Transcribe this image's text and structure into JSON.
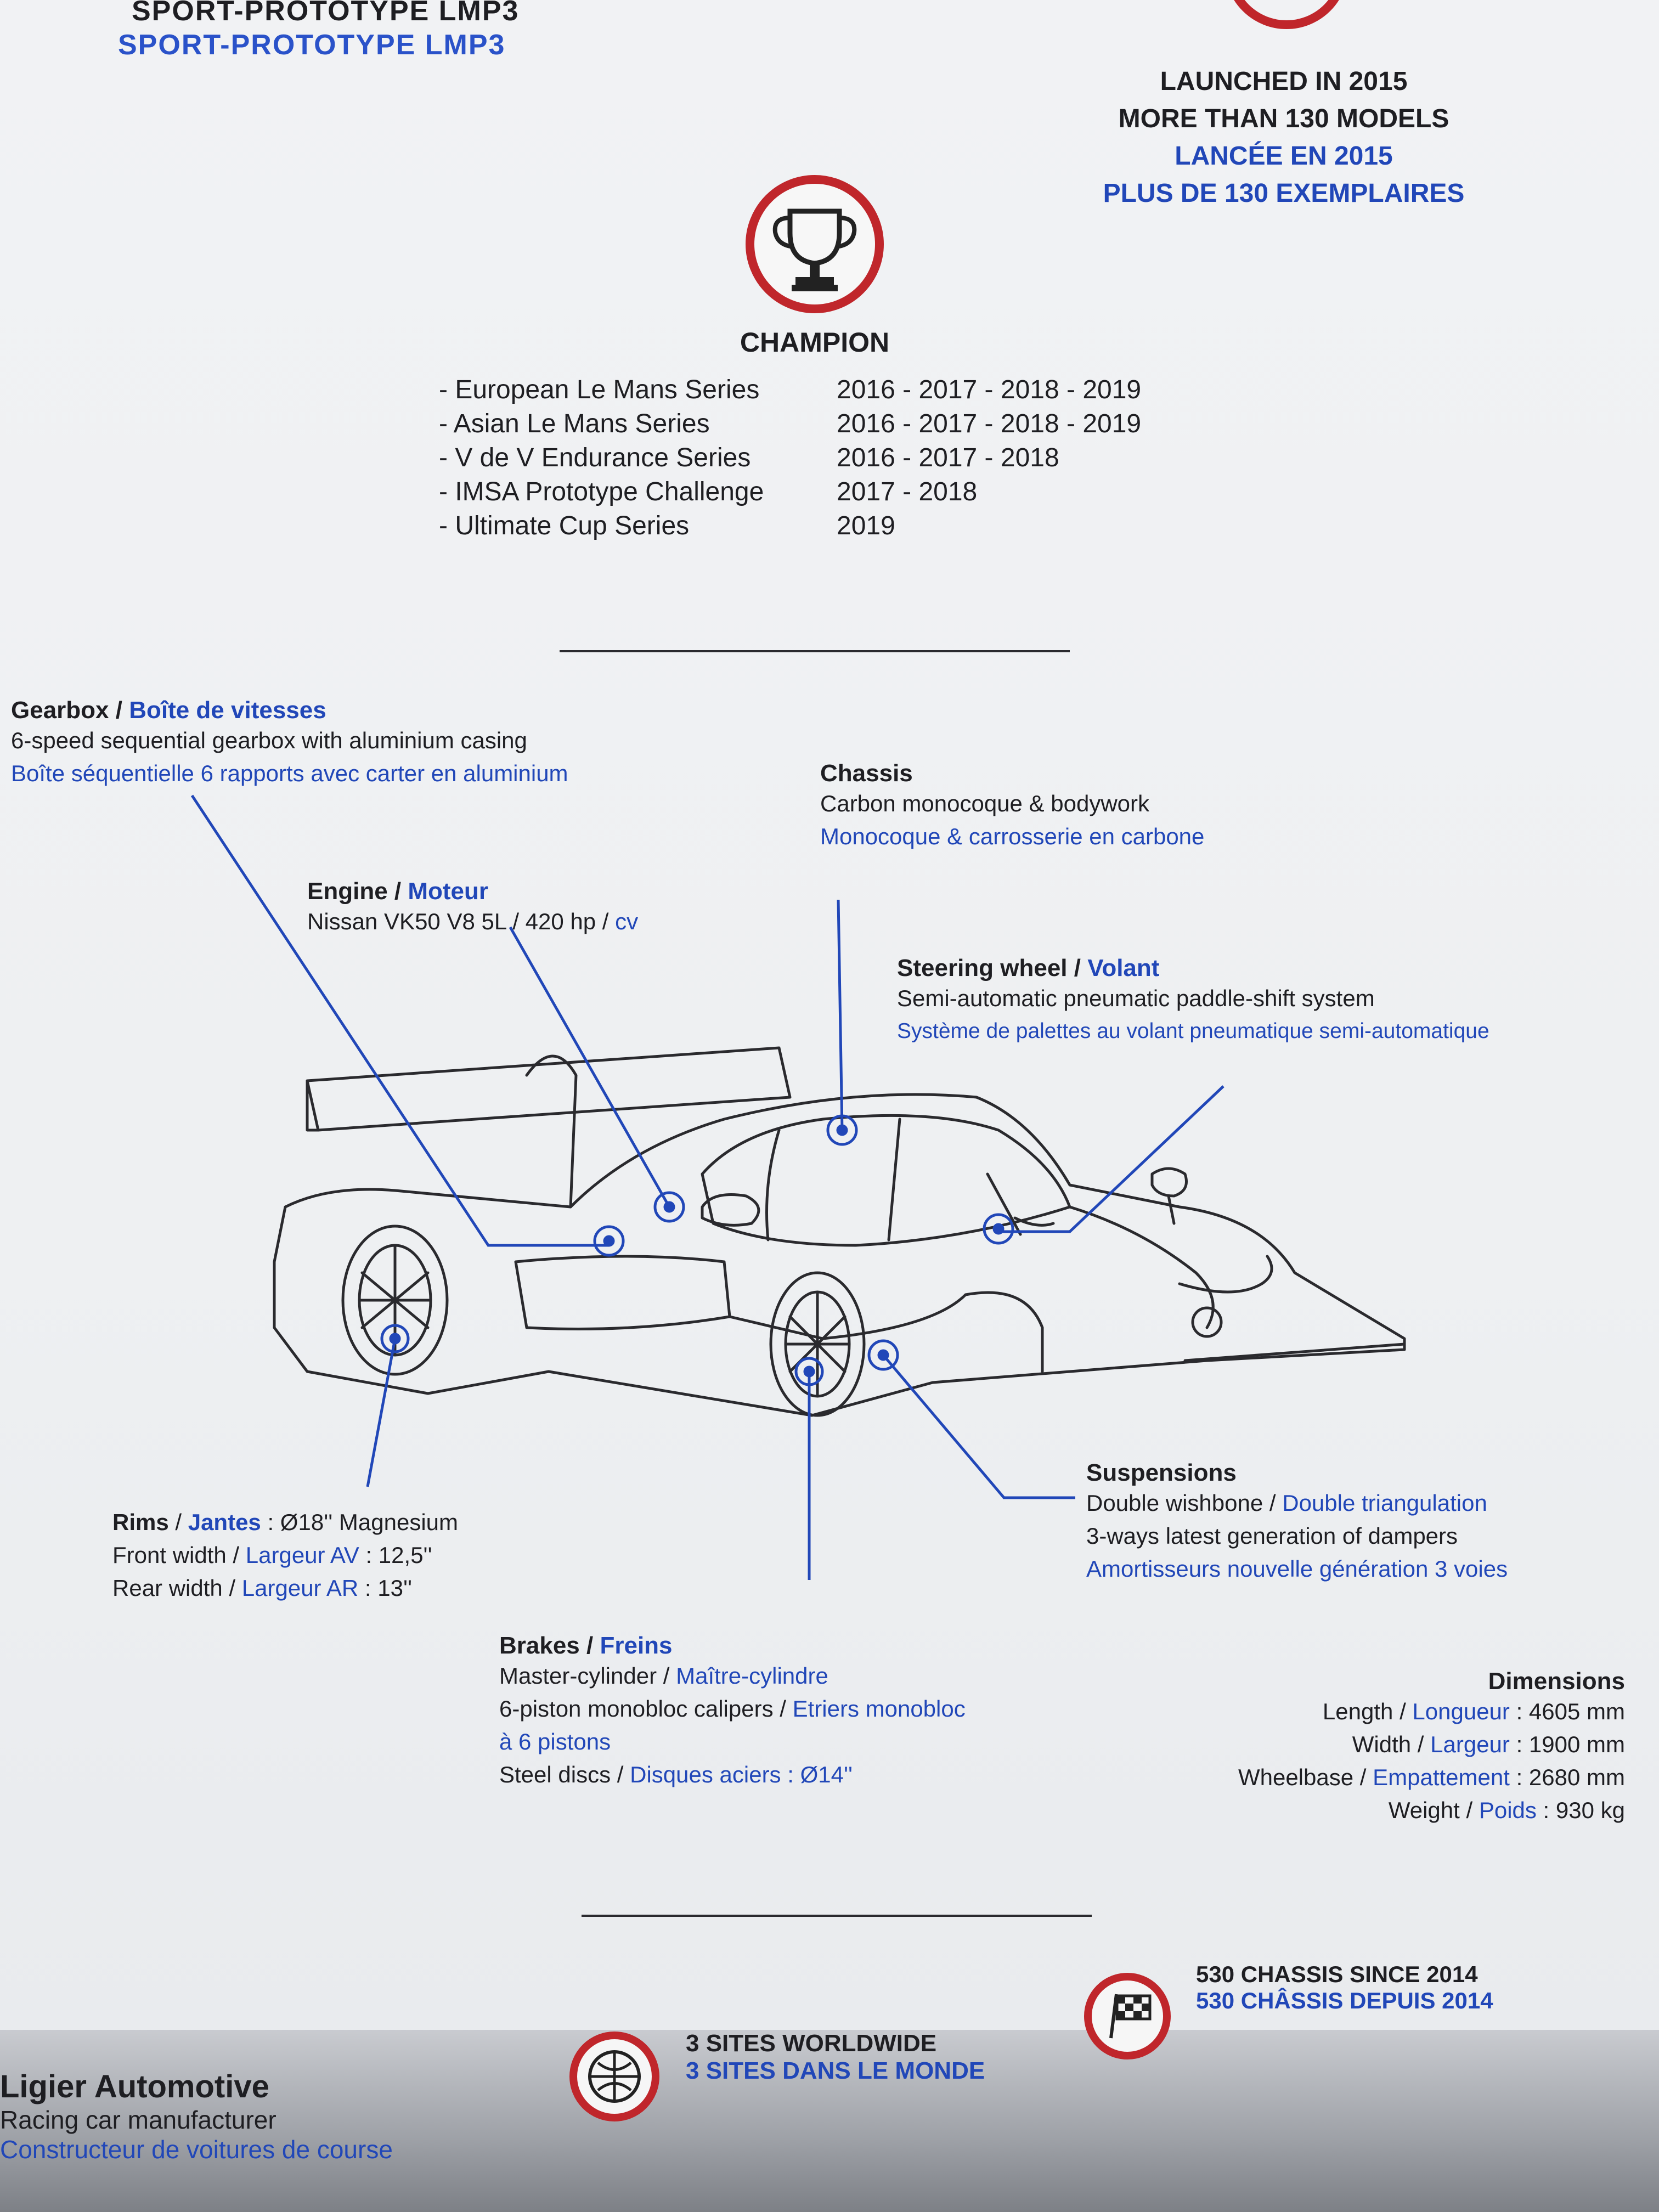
{
  "header": {
    "category_en": "SPORT-PROTOTYPE LMP3",
    "category_fr": "SPORT-PROTOTYPE LMP3"
  },
  "launch": {
    "icon": "calendar-icon",
    "line1": "LAUNCHED IN 2015",
    "line2": "MORE THAN 130 MODELS",
    "line3": "LANCÉE EN 2015",
    "line4": "PLUS DE 130 EXEMPLAIRES"
  },
  "champion": {
    "icon": "trophy-icon",
    "title": "CHAMPION",
    "titles": [
      {
        "series": "- European Le Mans Series",
        "years": "2016 - 2017 - 2018 - 2019"
      },
      {
        "series": "- Asian Le Mans Series",
        "years": "2016 - 2017 - 2018 - 2019"
      },
      {
        "series": "- V de V Endurance Series",
        "years": "2016 - 2017 - 2018"
      },
      {
        "series": "- IMSA Prototype Challenge",
        "years": "2017 - 2018"
      },
      {
        "series": "- Ultimate Cup Series",
        "years": "2019"
      }
    ]
  },
  "specs": {
    "gearbox": {
      "title_en": "Gearbox",
      "title_fr": "Boîte de vitesses",
      "line_en": "6-speed sequential gearbox with aluminium casing",
      "line_fr": "Boîte séquentielle 6 rapports avec carter en aluminium"
    },
    "chassis": {
      "title_en": "Chassis",
      "line_en": "Carbon monocoque & bodywork",
      "line_fr": "Monocoque & carrosserie en carbone"
    },
    "engine": {
      "title_en": "Engine",
      "title_fr": "Moteur",
      "line_en": "Nissan VK50 V8 5L / 420 hp / ",
      "line_fr": "cv"
    },
    "steering": {
      "title_en": "Steering wheel",
      "title_fr": "Volant",
      "line_en": "Semi-automatic pneumatic paddle-shift system",
      "line_fr": "Système de palettes au volant pneumatique semi-automatique"
    },
    "rims": {
      "title_en": "Rims",
      "title_fr": "Jantes",
      "size": " : Ø18'' Magnesium",
      "front_en": "Front width",
      "front_fr": "Largeur AV",
      "front_val": " : 12,5''",
      "rear_en": "Rear width",
      "rear_fr": "Largeur AR",
      "rear_val": " : 13''"
    },
    "suspensions": {
      "title_en": "Suspensions",
      "line1_en": "Double wishbone",
      "line1_fr": "Double triangulation",
      "line2_en": "3-ways latest generation of dampers",
      "line3_fr": "Amortisseurs nouvelle génération 3 voies"
    },
    "brakes": {
      "title_en": "Brakes",
      "title_fr": "Freins",
      "line1_en": "Master-cylinder",
      "line1_fr": "Maître-cylindre",
      "line2_en": "6-piston monobloc calipers",
      "line2_fr": "Etriers monobloc",
      "line3_fr": "à 6 pistons",
      "line4_en": "Steel discs",
      "line4_fr": "Disques aciers",
      "line4_val": " : Ø14''"
    },
    "dimensions": {
      "title_en": "Dimensions",
      "length_en": "Length",
      "length_fr": "Longueur",
      "length_val": " : 4605 mm",
      "width_en": "Width",
      "width_fr": "Largeur",
      "width_val": " : 1900 mm",
      "wheelbase_en": "Wheelbase",
      "wheelbase_fr": "Empattement",
      "wheelbase_val": " : 2680 mm",
      "weight_en": "Weight",
      "weight_fr": "Poids",
      "weight_val": " : 930 kg"
    }
  },
  "footer": {
    "brand": "Ligier Automotive",
    "tag_en": "Racing car manufacturer",
    "tag_fr": "Constructeur de voitures de course",
    "sites_icon": "globe-icon",
    "sites_en": "3 SITES WORLDWIDE",
    "sites_fr": "3 SITES DANS LE MONDE",
    "chassis_icon": "checkered-flag-icon",
    "chassis_en": "530 CHASSIS SINCE 2014",
    "chassis_fr": "530 CHÂSSIS DEPUIS 2014"
  },
  "colors": {
    "accent_blue": "#2147b8",
    "accent_red": "#c0262b",
    "ink": "#1e1e22"
  }
}
